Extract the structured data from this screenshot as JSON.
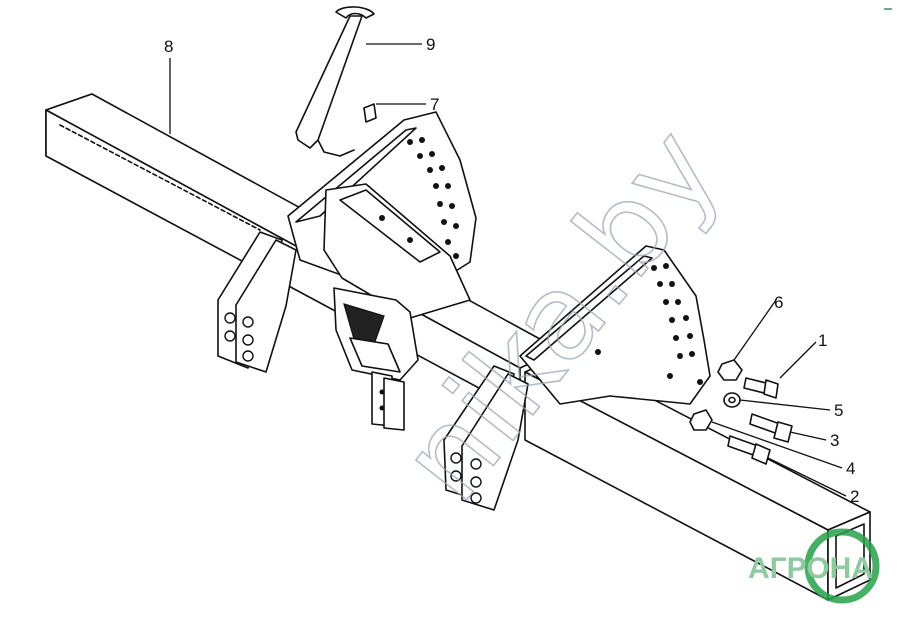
{
  "callouts": [
    {
      "id": "8",
      "label": "8"
    },
    {
      "id": "9",
      "label": "9"
    },
    {
      "id": "7",
      "label": "7"
    },
    {
      "id": "6",
      "label": "6"
    },
    {
      "id": "1",
      "label": "1"
    },
    {
      "id": "5",
      "label": "5"
    },
    {
      "id": "3",
      "label": "3"
    },
    {
      "id": "4",
      "label": "4"
    },
    {
      "id": "2",
      "label": "2"
    }
  ],
  "watermark": {
    "text": "nika.by"
  },
  "logo": {
    "text": "АГРОНА",
    "accent": "#27a14a"
  },
  "colors": {
    "line": "#111111",
    "watermark": "#9aa7b8",
    "logo": "#8fc9a0"
  }
}
